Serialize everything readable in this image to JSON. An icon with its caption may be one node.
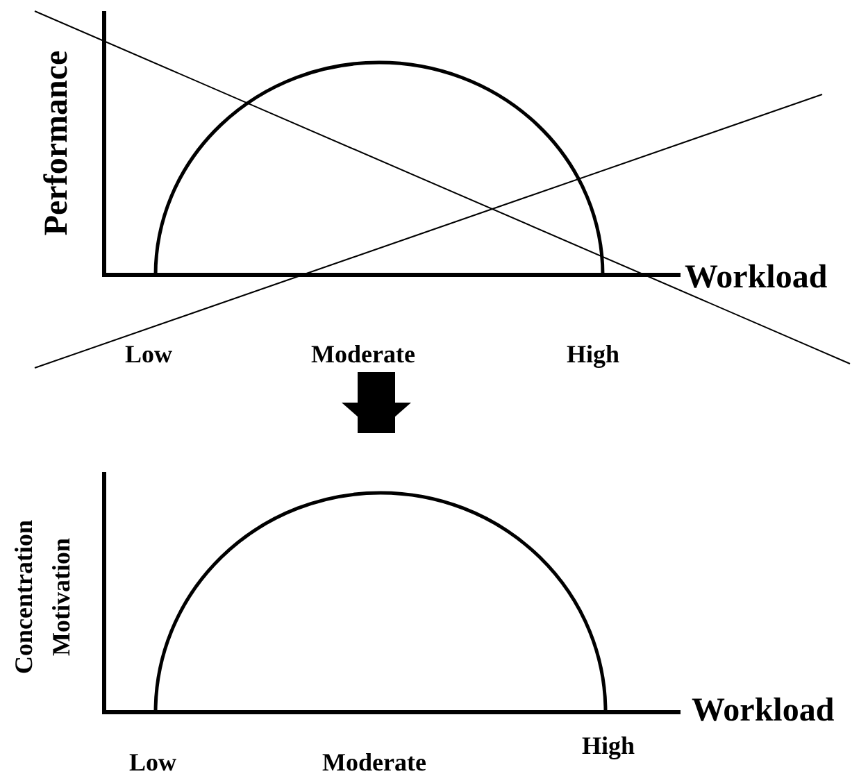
{
  "diagram": {
    "nodes": [
      {
        "text": [],
        "shape": "picture"
      },
      {
        "text": [],
        "shape": "picture"
      }
    ],
    "edges": [
      {
        "from": 0,
        "to": 1,
        "arrow": "to"
      }
    ],
    "labels": [
      "Performance",
      "Workload",
      "Low",
      "Moderate",
      "High",
      "Concentration",
      "Motivation",
      "Workload",
      "Low",
      "Moderate",
      "High"
    ]
  }
}
